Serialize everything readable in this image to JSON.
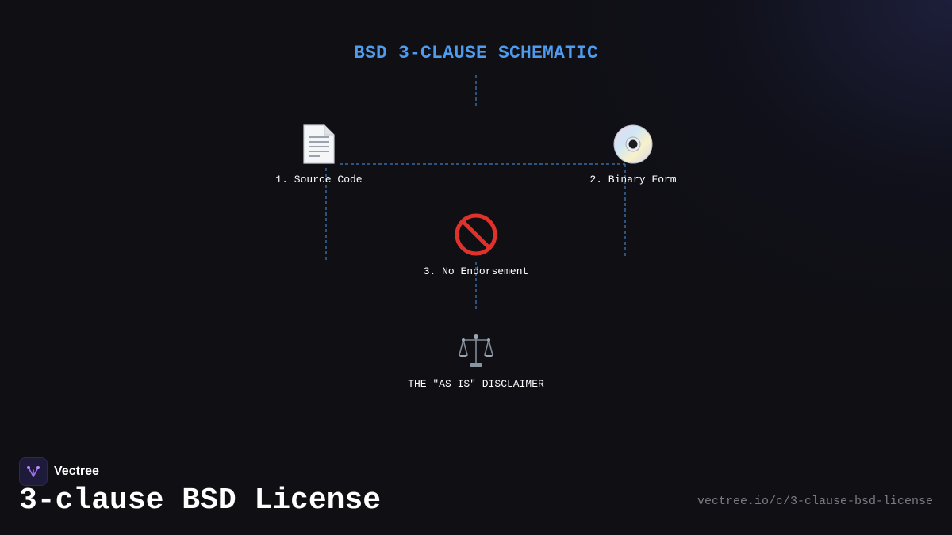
{
  "diagram": {
    "title": "BSD 3-CLAUSE SCHEMATIC",
    "nodes": [
      {
        "label": "1. Source Code",
        "icon": "document-icon"
      },
      {
        "label": "2. Binary Form",
        "icon": "disc-icon"
      },
      {
        "label": "3. No Endorsement",
        "icon": "prohibited-icon"
      },
      {
        "label": "THE \"AS IS\" DISCLAIMER",
        "icon": "balance-scale-icon"
      }
    ],
    "connector_color": "#3f7fc4",
    "title_color": "#4d9cf0"
  },
  "footer": {
    "brand": "Vectree",
    "title": "3-clause BSD License",
    "url": "vectree.io/c/3-clause-bsd-license"
  }
}
